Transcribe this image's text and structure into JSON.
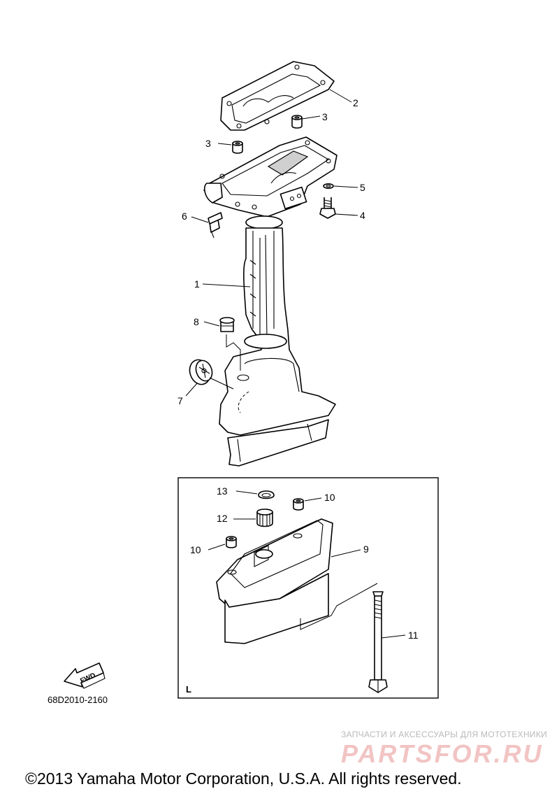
{
  "diagram": {
    "callouts": [
      {
        "id": "c1",
        "text": "1"
      },
      {
        "id": "c2",
        "text": "2"
      },
      {
        "id": "c3a",
        "text": "3"
      },
      {
        "id": "c3b",
        "text": "3"
      },
      {
        "id": "c4",
        "text": "4"
      },
      {
        "id": "c5",
        "text": "5"
      },
      {
        "id": "c6",
        "text": "6"
      },
      {
        "id": "c7",
        "text": "7"
      },
      {
        "id": "c8",
        "text": "8"
      },
      {
        "id": "c9",
        "text": "9"
      },
      {
        "id": "c10a",
        "text": "10"
      },
      {
        "id": "c10b",
        "text": "10"
      },
      {
        "id": "c11",
        "text": "11"
      },
      {
        "id": "c12",
        "text": "12"
      },
      {
        "id": "c13",
        "text": "13"
      }
    ],
    "inset_label": "L",
    "fwd_label": "FWD",
    "diagram_code": "68D2010-2160"
  },
  "watermark": {
    "tagline": "ЗАПЧАСТИ И АКСЕССУАРЫ ДЛЯ МОТОТЕХНИКИ",
    "logo": "PARTSFOR.RU"
  },
  "footer": {
    "copyright": "©2013 Yamaha Motor Corporation, U.S.A. All rights reserved."
  },
  "colors": {
    "line": "#000000",
    "background": "#ffffff",
    "watermark_logo": "#f2c4c4",
    "watermark_text": "#b9b9b9"
  }
}
